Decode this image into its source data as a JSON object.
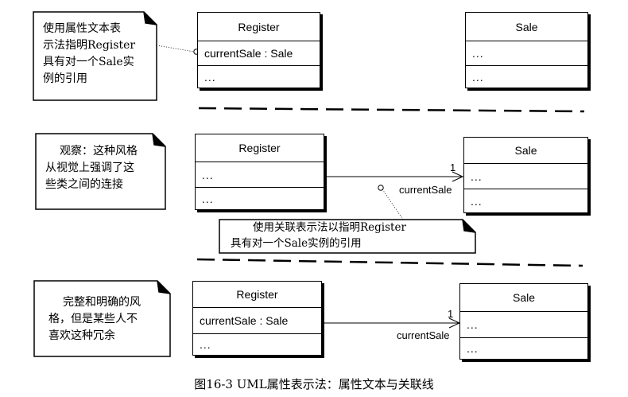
{
  "row1": {
    "note": {
      "lines": [
        "使用属性文本表",
        "示法指明Register",
        "具有对一个Sale实",
        "例的引用"
      ]
    },
    "register": {
      "name": "Register",
      "attribute": "currentSale : Sale",
      "operations": "..."
    },
    "sale": {
      "name": "Sale",
      "attributes": "...",
      "operations": "..."
    }
  },
  "row2": {
    "note": {
      "lines": [
        "观察：这种风格",
        "从视觉上强调了这",
        "些类之间的连接"
      ]
    },
    "register": {
      "name": "Register",
      "attributes": "...",
      "operations": "..."
    },
    "sale": {
      "name": "Sale",
      "attributes": "...",
      "operations": "..."
    },
    "association": {
      "multiplicity": "1",
      "role": "currentSale"
    },
    "assoc_note": {
      "lines": [
        "使用关联表示法以指明Register",
        "具有对一个Sale实例的引用"
      ]
    }
  },
  "row3": {
    "note": {
      "lines": [
        "完整和明确的风",
        "格，但是某些人不",
        "喜欢这种冗余"
      ]
    },
    "register": {
      "name": "Register",
      "attribute": "currentSale : Sale",
      "operations": "..."
    },
    "sale": {
      "name": "Sale",
      "attributes": "...",
      "operations": "..."
    },
    "association": {
      "multiplicity": "1",
      "role": "currentSale"
    }
  },
  "caption": "图16-3  UML属性表示法：属性文本与关联线"
}
